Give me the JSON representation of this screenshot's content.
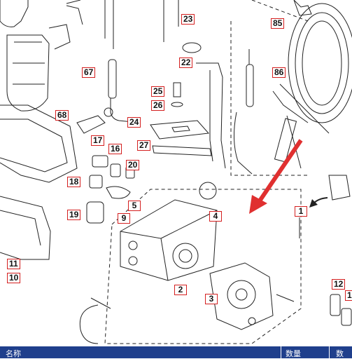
{
  "diagram": {
    "callouts": [
      {
        "id": "c23",
        "label": "23"
      },
      {
        "id": "c85",
        "label": "85"
      },
      {
        "id": "c22",
        "label": "22"
      },
      {
        "id": "c67",
        "label": "67"
      },
      {
        "id": "c86",
        "label": "86"
      },
      {
        "id": "c25",
        "label": "25"
      },
      {
        "id": "c26",
        "label": "26"
      },
      {
        "id": "c68",
        "label": "68"
      },
      {
        "id": "c24",
        "label": "24"
      },
      {
        "id": "c27",
        "label": "27"
      },
      {
        "id": "c17",
        "label": "17"
      },
      {
        "id": "c16",
        "label": "16"
      },
      {
        "id": "c20",
        "label": "20"
      },
      {
        "id": "c18",
        "label": "18"
      },
      {
        "id": "c19",
        "label": "19"
      },
      {
        "id": "c5",
        "label": "5"
      },
      {
        "id": "c9",
        "label": "9"
      },
      {
        "id": "c4",
        "label": "4"
      },
      {
        "id": "c1",
        "label": "1"
      },
      {
        "id": "c11",
        "label": "11"
      },
      {
        "id": "c10",
        "label": "10"
      },
      {
        "id": "c2",
        "label": "2"
      },
      {
        "id": "c3",
        "label": "3"
      },
      {
        "id": "c12",
        "label": "12"
      },
      {
        "id": "c1b",
        "label": "1"
      }
    ]
  },
  "footer": {
    "name_label": "名称",
    "qty_label": "数量",
    "qty2_label": "数"
  },
  "colors": {
    "callout_border": "#d42020",
    "line": "#222222",
    "arrow": "#e03030",
    "footer_bg": "#1f3f8c"
  }
}
